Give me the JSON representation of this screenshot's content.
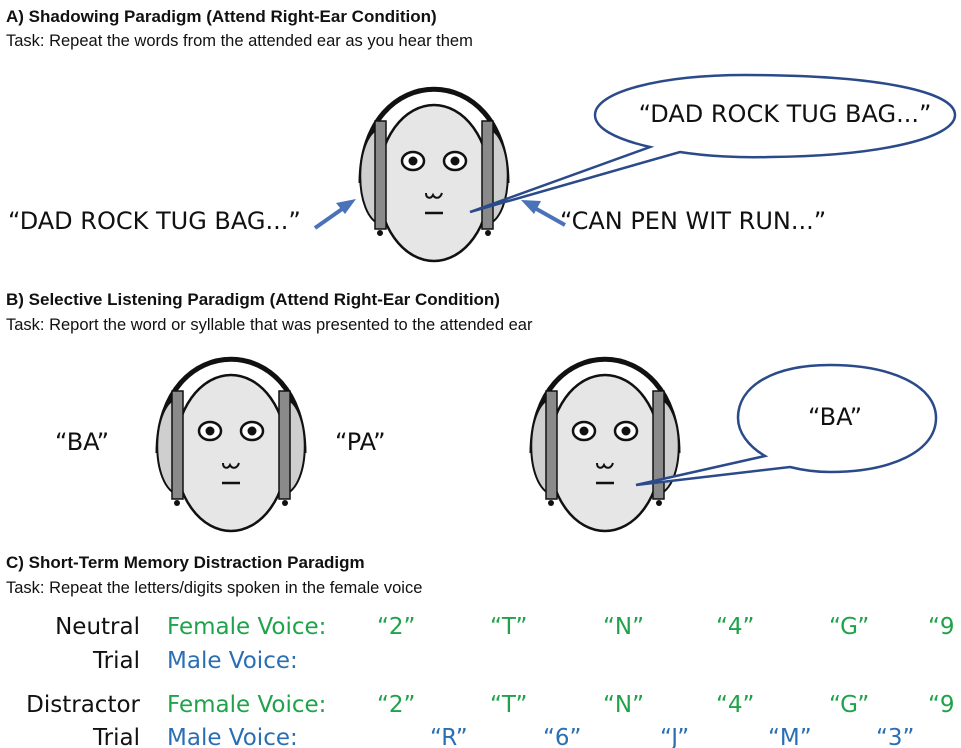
{
  "colors": {
    "female": "#1fa34a",
    "male": "#2a6fb3",
    "arrow": "#4a72b8",
    "face": "#e6e6e6",
    "earcup": "#cfcfcf",
    "ink": "#111111"
  },
  "panel_a": {
    "heading": "A) Shadowing Paradigm (Attend Right-Ear Condition)",
    "task": "Task: Repeat the words from the attended ear as you hear them",
    "left_ear_words": "“DAD ROCK TUG BAG...”",
    "right_ear_words": "“CAN PEN WIT RUN...”",
    "speech": "“DAD ROCK TUG BAG...”"
  },
  "panel_b": {
    "heading": "B) Selective Listening Paradigm (Attend Right-Ear Condition)",
    "task": "Task: Report the word or syllable that was presented to the attended ear",
    "left_ear_syllable": "“BA”",
    "right_ear_syllable": "“PA”",
    "speech": "“BA”"
  },
  "panel_c": {
    "heading": "C) Short-Term Memory Distraction Paradigm",
    "task": "Task: Repeat the letters/digits spoken in the female voice",
    "female_label": "Female Voice:",
    "male_label": "Male Voice:",
    "trials": [
      {
        "name_line1": "Neutral",
        "name_line2": "Trial",
        "female_items": [
          "“2”",
          "“T”",
          "“N”",
          "“4”",
          "“G”",
          "“9"
        ],
        "male_items": []
      },
      {
        "name_line1": "Distractor",
        "name_line2": "Trial",
        "female_items": [
          "“2”",
          "“T”",
          "“N”",
          "“4”",
          "“G”",
          "“9"
        ],
        "male_items": [
          "“R”",
          "“6”",
          "“J”",
          "“M”",
          "“3”"
        ]
      }
    ]
  }
}
